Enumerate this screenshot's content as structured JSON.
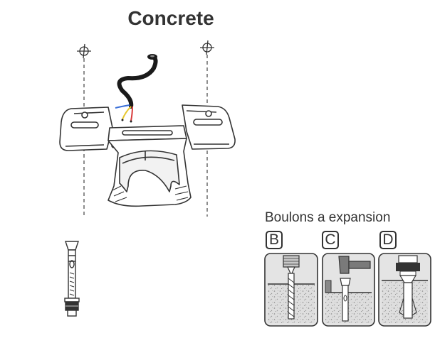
{
  "title": "Concrete",
  "bolts": {
    "caption": "Boulons a expansion",
    "steps": [
      "B",
      "C",
      "D"
    ]
  },
  "colors": {
    "line": "#333333",
    "cable": "#1a1a1a",
    "wire_blue": "#3a6fd8",
    "wire_yellow": "#e8c830",
    "wire_red": "#d83a3a",
    "panel_fill": "#e4e4e4",
    "concrete_fill": "#d8d8d8"
  },
  "icons": [
    "crosshair-icon",
    "expansion-bolt-icon",
    "drill-step-icon",
    "insert-step-icon",
    "tighten-step-icon"
  ]
}
